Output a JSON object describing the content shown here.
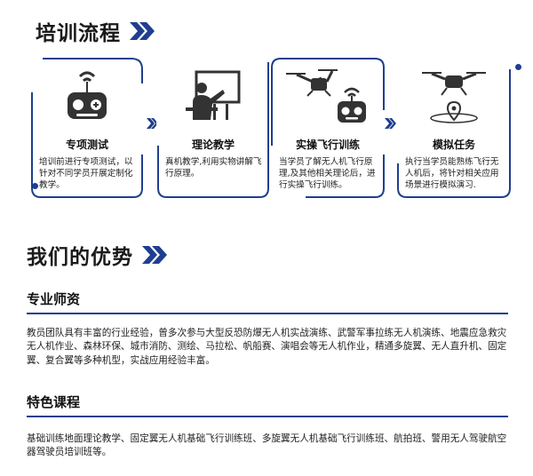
{
  "training": {
    "heading": "培训流程",
    "steps": [
      {
        "title": "专项测试",
        "desc": "培训前进行专项测试，以针对不同学员开展定制化教学。",
        "icon": "remote-controller-icon"
      },
      {
        "title": "理论教学",
        "desc": "真机教学,利用实物讲解飞行原理。",
        "icon": "teacher-board-icon"
      },
      {
        "title": "实操飞行训练",
        "desc": "当学员了解无人机飞行原理,及其他相关理论后，进行实操飞行训练。",
        "icon": "drone-controller-icon"
      },
      {
        "title": "模拟任务",
        "desc": "执行当学员能熟练飞行无人机后，将针对相关应用场景进行模拟演习.",
        "icon": "drone-location-icon"
      }
    ]
  },
  "advantages": {
    "heading": "我们的优势",
    "blocks": [
      {
        "title": "专业师资",
        "text": "教员团队具有丰富的行业经验，曾多次参与大型反恐防爆无人机实战演练、武警军事拉练无人机演练、地震应急救灾无人机作业、森林环保、城市消防、测绘、马拉松、帆船赛、演唱会等无人机作业，精通多旋翼、无人直升机、固定翼、复合翼等多种机型，实战应用经验丰富。"
      },
      {
        "title": "特色课程",
        "text": "基础训练地面理论教学、固定翼无人机基础飞行训练班、多旋翼无人机基础飞行训练班、航拍班、警用无人驾驶航空器驾驶员培训班等。"
      }
    ]
  },
  "colors": {
    "accent": "#1e3f8f",
    "text": "#1a1a1a"
  }
}
